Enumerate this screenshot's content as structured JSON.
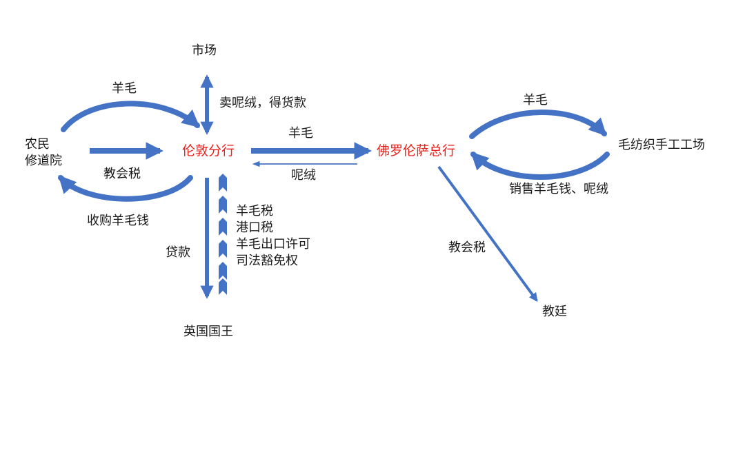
{
  "nodes": {
    "market": "市场",
    "london_branch": "伦敦分行",
    "florence_hq": "佛罗伦萨总行",
    "farmers": [
      "农民",
      "修道院"
    ],
    "king": "英国国王",
    "workshop": "毛纺织手工工场",
    "papacy": "教廷"
  },
  "edge_labels": {
    "wool_from_farmers": "羊毛",
    "church_tax_left": "教会税",
    "wool_payment": "收购羊毛钱",
    "sell_woolen": "卖呢绒，得货款",
    "wool_to_florence": "羊毛",
    "woolen_back": "呢绒",
    "loan": "贷款",
    "privileges": [
      "羊毛税",
      "港口税",
      "羊毛出口许可",
      "司法豁免权"
    ],
    "wool_to_workshop": "羊毛",
    "sales_back": "销售羊毛钱、呢绒",
    "church_tax_right": "教会税"
  },
  "colors": {
    "arrow": "#4472c4",
    "arrow_dark": "#2f5597",
    "branch_text": "#e8211d",
    "text": "#1a1a1a"
  }
}
